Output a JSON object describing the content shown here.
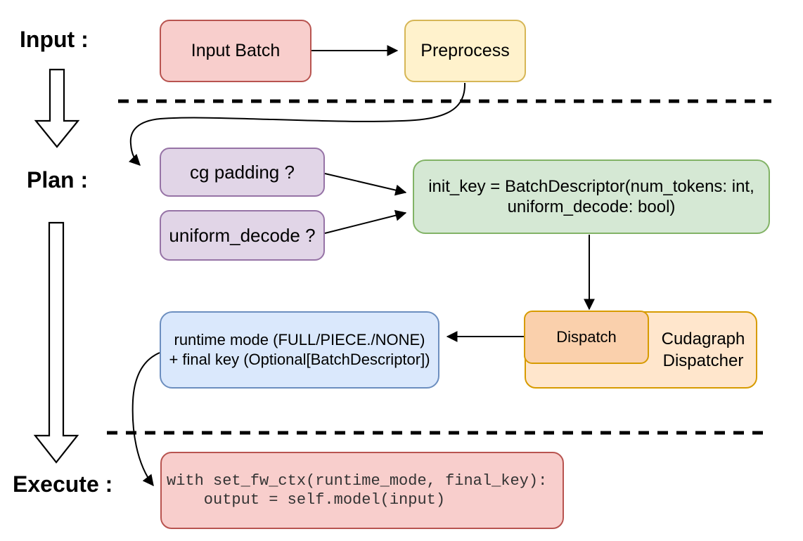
{
  "palette": {
    "red": {
      "fill": "#f8cecc",
      "stroke": "#b85450"
    },
    "yellow": {
      "fill": "#fff2cc",
      "stroke": "#d6b656"
    },
    "purple": {
      "fill": "#e1d5e7",
      "stroke": "#9673a6"
    },
    "green": {
      "fill": "#d5e8d4",
      "stroke": "#82b366"
    },
    "blue": {
      "fill": "#dae8fc",
      "stroke": "#6c8ebf"
    },
    "orange_light": {
      "fill": "#ffe6cc",
      "stroke": "#d79b00"
    },
    "orange_dark": {
      "fill": "#fad0ac",
      "stroke": "#d79b00"
    },
    "connector": "#000000",
    "code_text": "#333333"
  },
  "stages": {
    "input_label": "Input :",
    "plan_label": "Plan :",
    "execute_label": "Execute :"
  },
  "nodes": {
    "input_batch": "Input Batch",
    "preprocess": "Preprocess",
    "cg_padding": "cg padding ?",
    "uniform_decode": "uniform_decode ?",
    "init_key_line1": "init_key = BatchDescriptor(num_tokens: int,",
    "init_key_line2": "uniform_decode: bool)",
    "dispatch": "Dispatch",
    "dispatcher_line1": "Cudagraph",
    "dispatcher_line2": "Dispatcher",
    "runtime_line1": "runtime mode (FULL/PIECE./NONE)",
    "runtime_line2": "+ final key (Optional[BatchDescriptor])",
    "code_line1": "with set_fw_ctx(runtime_mode, final_key):",
    "code_line2": "    output = self.model(input)"
  }
}
